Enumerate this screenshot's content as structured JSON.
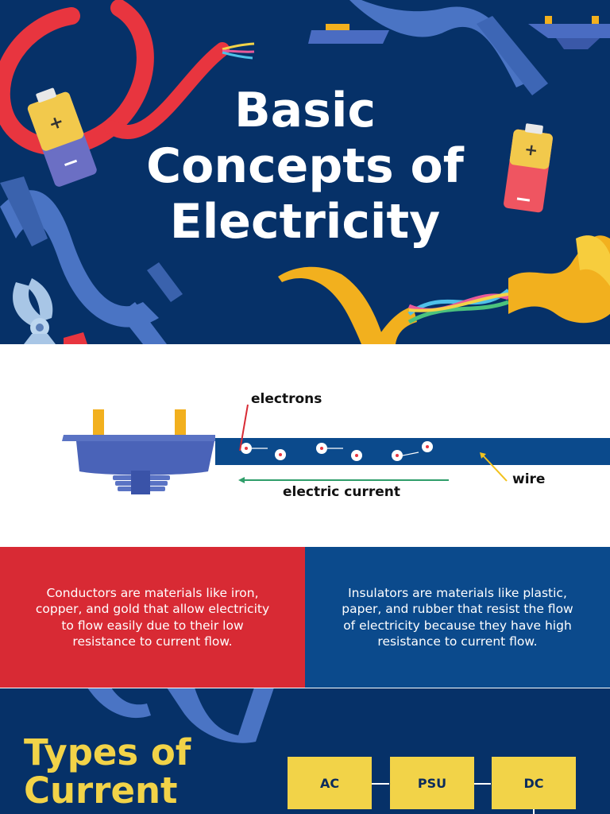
{
  "hero": {
    "title_lines": [
      "Basic",
      "Concepts of",
      "Electricity"
    ]
  },
  "diagram": {
    "electrons_label": "electrons",
    "current_label": "electric current",
    "wire_label": "wire"
  },
  "materials": {
    "conductors_text": "Conductors are materials like iron, copper, and gold that allow electricity to flow easily due to their low resistance to current flow.",
    "insulators_text": "Insulators are materials like plastic, paper, and rubber that resist the flow of electricity because they have high resistance to current flow."
  },
  "types_of_current": {
    "title_lines": [
      "Types of",
      "Current"
    ],
    "flow": [
      "AC",
      "PSU",
      "DC"
    ]
  },
  "colors": {
    "navy_background": "#063168",
    "conductor_red": "#d82a34",
    "insulator_blue": "#0b4a8c",
    "accent_yellow": "#f2d348",
    "current_arrow_green": "#2f9e6a"
  },
  "icons": [
    "battery-icon",
    "pliers-icon",
    "power-plug-icon",
    "cable-icon",
    "ribbon-decoration"
  ]
}
